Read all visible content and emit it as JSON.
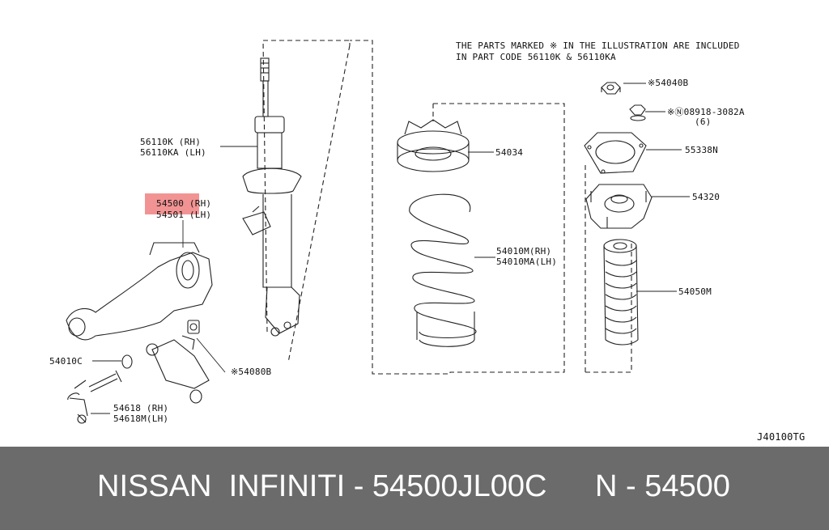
{
  "note": {
    "line1": "THE PARTS MARKED  ※  IN THE ILLUSTRATION ARE INCLUDED",
    "line2": "IN PART CODE 56110K & 56110KA"
  },
  "labels": {
    "strut_rh": "56110K (RH)",
    "strut_lh": "56110KA (LH)",
    "arm_rh": "54500 (RH)",
    "arm_lh": "54501 (LH)",
    "washer": "54010C",
    "nut": "※54080B",
    "link_rh": "54618 (RH)",
    "link_lh": "54618M(LH)",
    "seat": "54034",
    "spring_rh": "54010M(RH)",
    "spring_lh": "54010MA(LH)",
    "mount_nut": "※54040B",
    "bolt": "※Ⓝ08918-3082A",
    "bolt_qty": "(6)",
    "plate": "55338N",
    "insulator": "54320",
    "bound": "54050M"
  },
  "diagram_code": "J40100TG",
  "footer": {
    "brand": "NISSAN  INFINITI - 54500JL00C",
    "ref": "N - 54500"
  },
  "colors": {
    "highlight": "#f08080",
    "footer_bg": "#6b6b6b",
    "footer_text": "#ffffff"
  }
}
